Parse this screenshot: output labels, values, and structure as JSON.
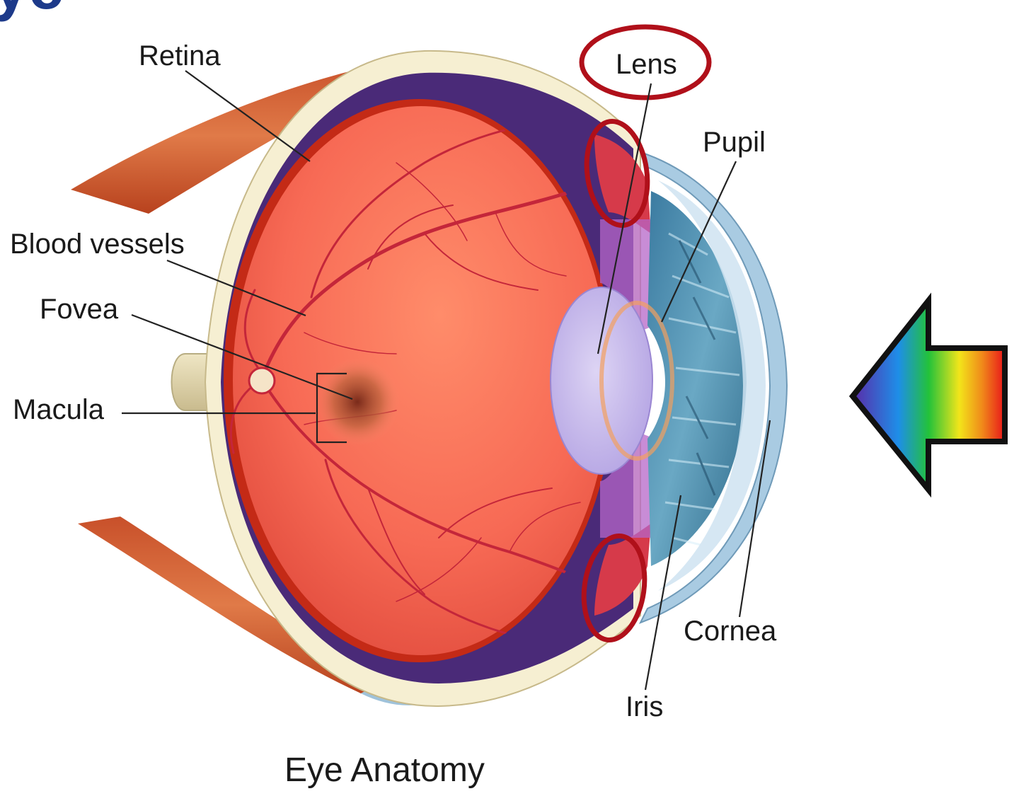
{
  "header_fragment": "ye",
  "labels": {
    "retina": "Retina",
    "lens": "Lens",
    "pupil": "Pupil",
    "blood_vessels": "Blood vessels",
    "fovea": "Fovea",
    "macula": "Macula",
    "cornea": "Cornea",
    "iris": "Iris"
  },
  "caption": "Eye Anatomy",
  "colors": {
    "highlight": "#b0101a",
    "arrow_gradient": [
      "#5b2aa8",
      "#1e8ee8",
      "#23c23a",
      "#f2e51a",
      "#f08a1a",
      "#e8141a"
    ]
  },
  "icons": {
    "light_arrow": "rainbow-arrow-left-icon"
  }
}
